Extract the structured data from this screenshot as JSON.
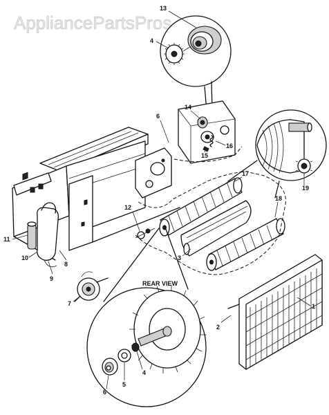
{
  "watermark": "AppliancePartsPros.com",
  "view_caption": "REAR VIEW",
  "callouts": [
    "1",
    "2",
    "3",
    "4",
    "5",
    "6",
    "7",
    "8",
    "9",
    "10",
    "11",
    "12",
    "13",
    "14",
    "15",
    "16",
    "17",
    "18",
    "19"
  ],
  "detail_callouts": [
    "4",
    "5",
    "6"
  ],
  "top_detail_callouts": [
    "13",
    "4"
  ]
}
